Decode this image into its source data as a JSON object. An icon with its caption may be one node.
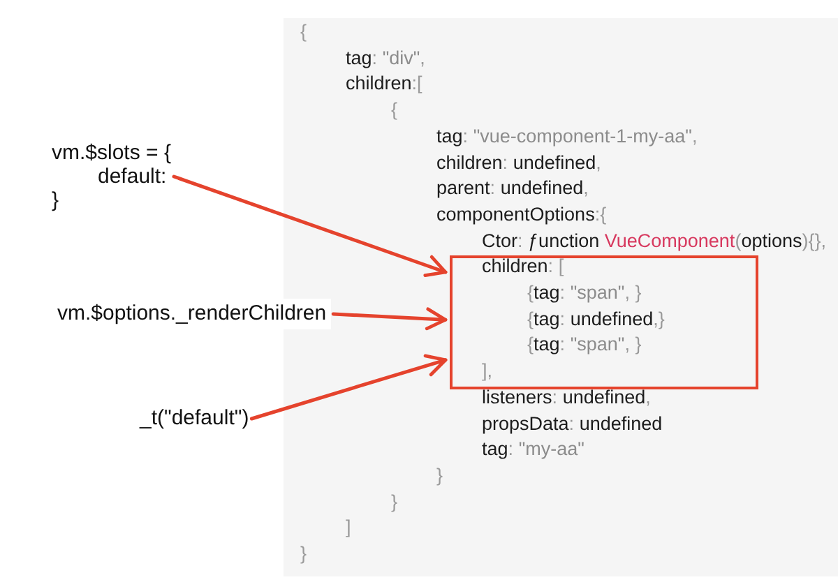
{
  "diagram": {
    "nodes": [
      {
        "text": [
          "{",
          "tag: \"div\",",
          "children:[",
          "{",
          "tag: \"vue-component-1-my-aa\",",
          "children: undefined,",
          "parent: undefined,",
          "componentOptions:{",
          "Ctor: ƒunction VueComponent(options){},",
          "listeners: undefined,",
          "propsData: undefined",
          "tag: \"my-aa\"",
          "}",
          "}",
          "]",
          "}"
        ]
      },
      {
        "text": [
          "children: [",
          "{tag: \"span\", }",
          "{tag: undefined,}",
          "{tag: \"span\", }",
          "],"
        ],
        "in": 0
      },
      {
        "text": [
          "vm.$slots = {",
          "default:",
          "}"
        ]
      },
      {
        "text": [
          "vm.$options._renderChildren"
        ]
      },
      {
        "text": [
          "_t(\"default\")"
        ]
      }
    ],
    "edges": [
      {
        "from": 2,
        "to": 1,
        "arrow": "to"
      },
      {
        "from": 3,
        "to": 1,
        "arrow": "to"
      },
      {
        "from": 4,
        "to": 1,
        "arrow": "to"
      }
    ]
  }
}
